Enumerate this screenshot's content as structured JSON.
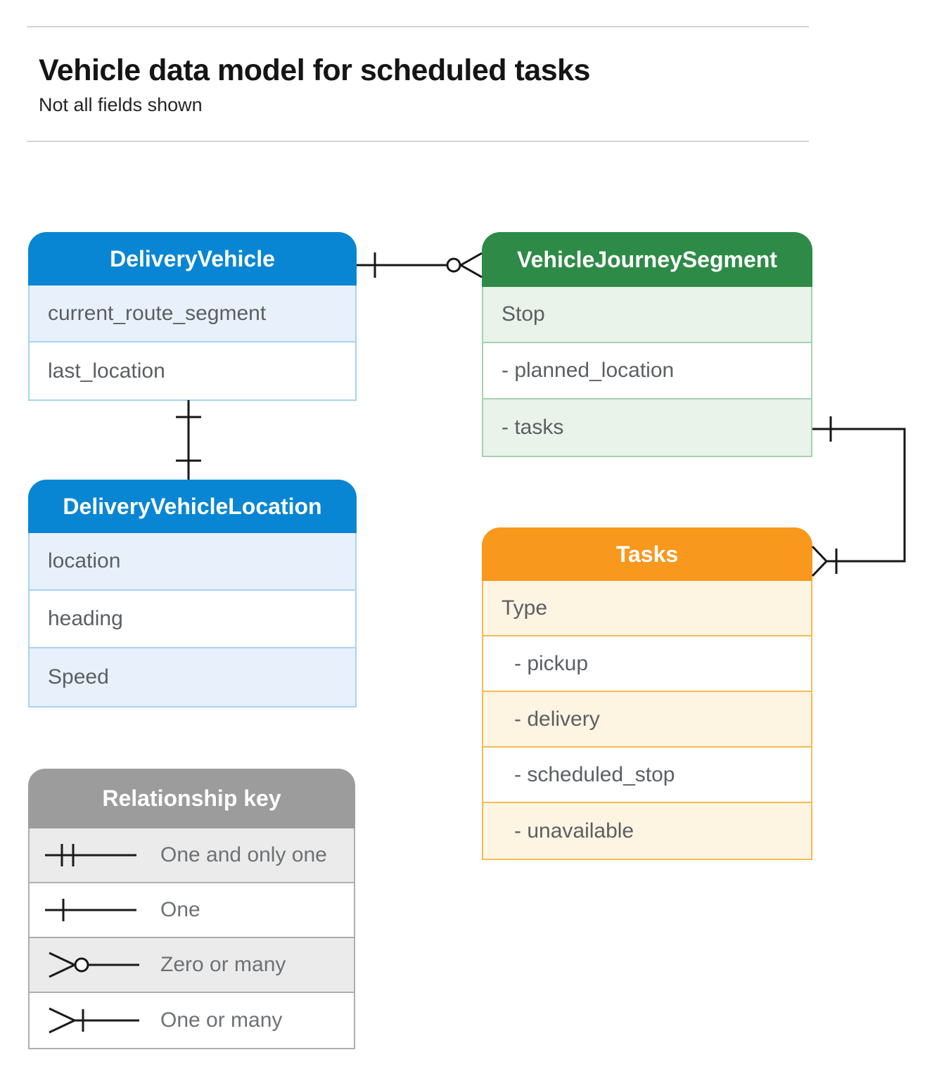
{
  "page": {
    "title": "Vehicle data model for scheduled tasks",
    "subtitle": "Not all fields shown"
  },
  "entities": {
    "delivery_vehicle": {
      "title": "DeliveryVehicle",
      "theme": "blue",
      "rows": [
        "current_route_segment",
        "last_location"
      ]
    },
    "vehicle_journey_segment": {
      "title": "VehicleJourneySegment",
      "theme": "green",
      "rows": [
        "Stop",
        "- planned_location",
        "- tasks"
      ]
    },
    "delivery_vehicle_location": {
      "title": "DeliveryVehicleLocation",
      "theme": "blue",
      "rows": [
        "location",
        "heading",
        "Speed"
      ]
    },
    "tasks": {
      "title": "Tasks",
      "theme": "orange",
      "rows": [
        "Type",
        "- pickup",
        "- delivery",
        "- scheduled_stop",
        "- unavailable"
      ]
    }
  },
  "relationships": [
    {
      "from": "DeliveryVehicle",
      "to": "VehicleJourneySegment",
      "from_cardinality": "one",
      "to_cardinality": "zero-or-many"
    },
    {
      "from": "DeliveryVehicle",
      "to": "DeliveryVehicleLocation",
      "from_cardinality": "one",
      "to_cardinality": "one"
    },
    {
      "from": "VehicleJourneySegment.tasks",
      "to": "Tasks",
      "from_cardinality": "one",
      "to_cardinality": "one-or-many"
    }
  ],
  "legend": {
    "title": "Relationship key",
    "items": [
      {
        "symbol": "one-and-only-one",
        "label": "One and only one"
      },
      {
        "symbol": "one",
        "label": "One"
      },
      {
        "symbol": "zero-or-many",
        "label": "Zero or many"
      },
      {
        "symbol": "one-or-many",
        "label": "One or many"
      }
    ]
  },
  "colors": {
    "blue_header": "#0986d3",
    "blue_tint": "#e8f1fb",
    "green_header": "#2e8b47",
    "green_tint": "#e9f3ea",
    "orange_header": "#f8981d",
    "orange_tint": "#fdf4e2",
    "gray_header": "#9c9c9c",
    "gray_tint": "#ebebeb",
    "row_text": "#5c5f62",
    "connector": "#161616"
  }
}
